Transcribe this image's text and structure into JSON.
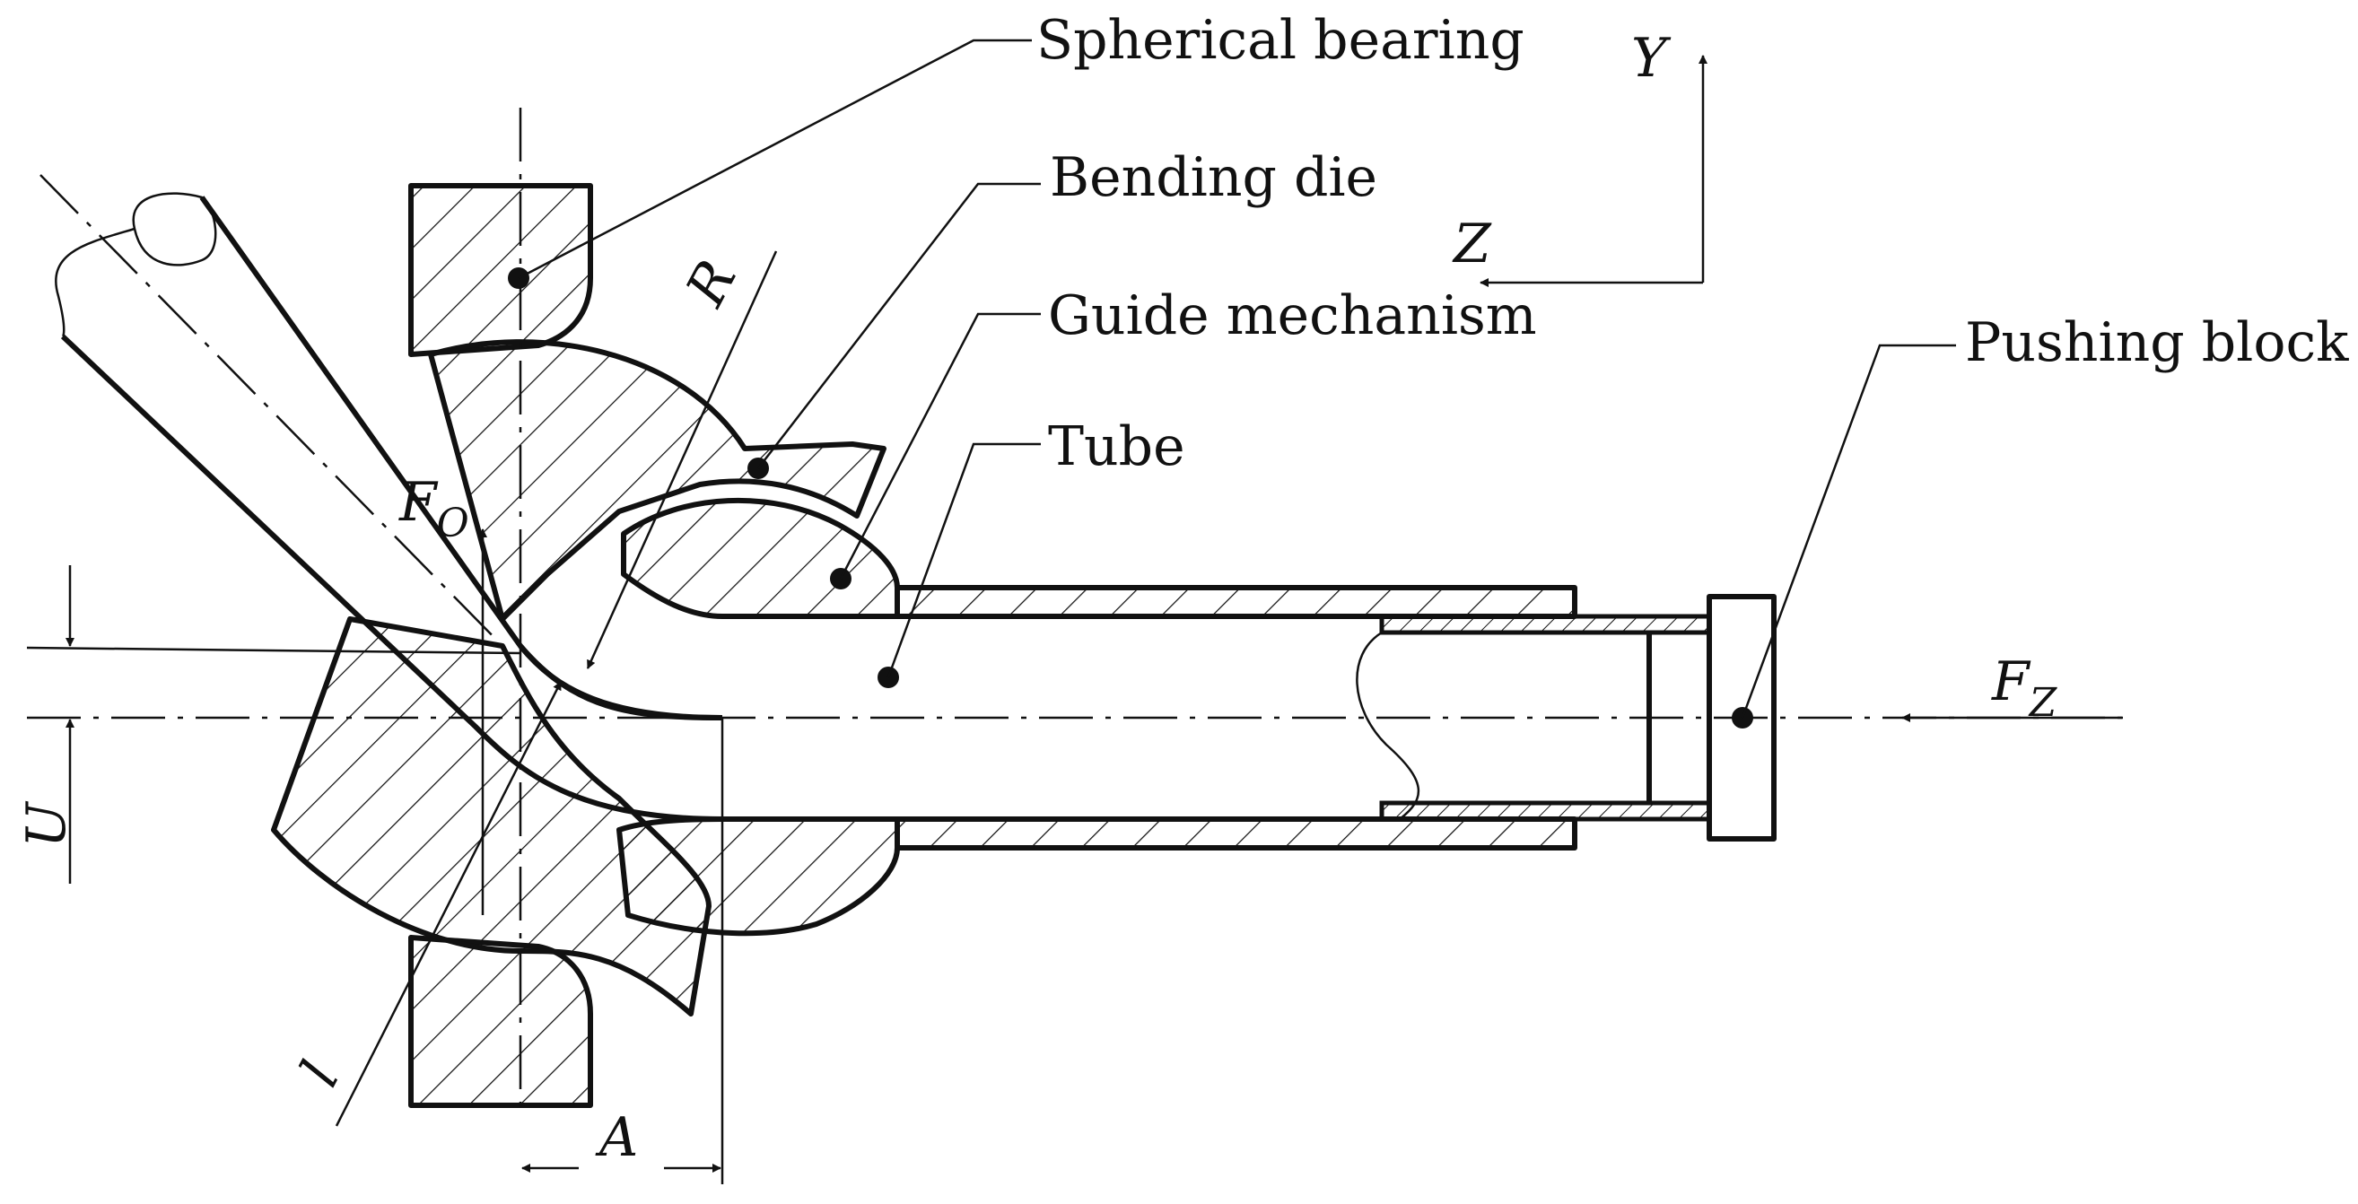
{
  "labels": {
    "spherical_bearing": "Spherical bearing",
    "bending_die": "Bending die",
    "guide_mechanism": "Guide mechanism",
    "tube": "Tube",
    "pushing_block": "Pushing block"
  },
  "symbols": {
    "axis_y": "Y",
    "axis_z": "Z",
    "radius": "R",
    "force_o_main": "F",
    "force_o_sub": "O",
    "force_z_main": "F",
    "force_z_sub": "Z",
    "offset_u": "U",
    "offset_a": "A",
    "length_l": "l"
  }
}
